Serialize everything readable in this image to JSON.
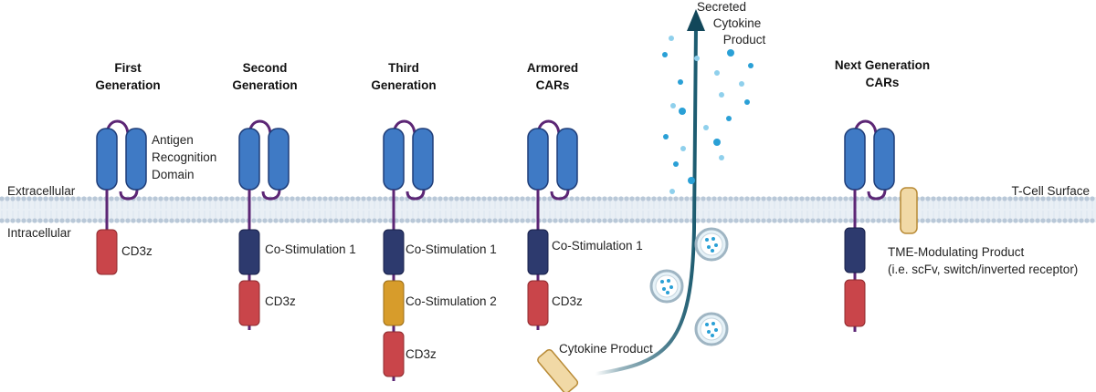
{
  "membrane": {
    "extracellular": "Extracellular",
    "intracellular": "Intracellular",
    "surface": "T-Cell Surface"
  },
  "columns": {
    "first": {
      "title_lines": [
        "First",
        "Generation"
      ],
      "ard_lines": [
        "Antigen",
        "Recognition",
        "Domain"
      ],
      "domains": [
        "CD3z"
      ]
    },
    "second": {
      "title_lines": [
        "Second",
        "Generation"
      ],
      "domains": [
        "Co-Stimulation 1",
        "CD3z"
      ]
    },
    "third": {
      "title_lines": [
        "Third",
        "Generation"
      ],
      "domains": [
        "Co-Stimulation 1",
        "Co-Stimulation 2",
        "CD3z"
      ]
    },
    "armored": {
      "title_lines": [
        "Armored",
        "CARs"
      ],
      "domains": [
        "Co-Stimulation 1",
        "CD3z"
      ],
      "product": "Cytokine Product"
    },
    "secreted": {
      "lines": [
        "Secreted",
        "Cytokine",
        "Product"
      ]
    },
    "next": {
      "title_lines": [
        "Next Generation",
        "CARs"
      ],
      "tme_lines": [
        "TME-Modulating Product",
        "(i.e. scFv, switch/inverted receptor)"
      ]
    }
  },
  "colors": {
    "scfv": "#3f7ac5",
    "scfv_stroke": "#1f3d78",
    "linker": "#5c2675",
    "costim1": "#2d3a6e",
    "costim2": "#d79c2b",
    "cd3z": "#c9454a",
    "cytokine_product": "#f1d9a6",
    "arrow": "#1c5b70",
    "dot": "#2aa0d6",
    "membrane_head": "#b9c8d8",
    "membrane_tail": "#dce5ee"
  }
}
